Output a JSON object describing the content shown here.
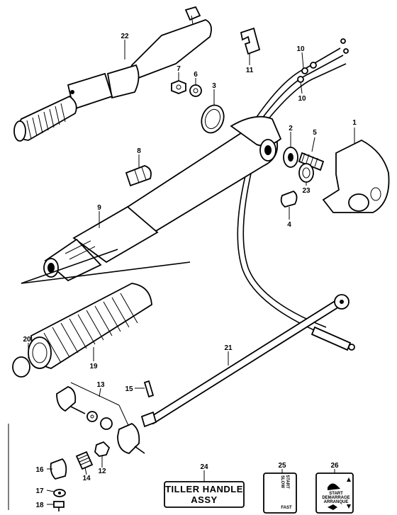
{
  "callouts": {
    "p1": "1",
    "p2": "2",
    "p3": "3",
    "p4": "4",
    "p5": "5",
    "p6": "6",
    "p7": "7",
    "p8": "8",
    "p9": "9",
    "p10a": "10",
    "p10b": "10",
    "p11": "11",
    "p12": "12",
    "p13": "13",
    "p14": "14",
    "p15": "15",
    "p16": "16",
    "p17": "17",
    "p18": "18",
    "p19": "19",
    "p20": "20",
    "p21": "21",
    "p22": "22",
    "p23": "23",
    "p24": "24",
    "p25": "25",
    "p26": "26"
  },
  "plate24": {
    "line1": "TILLER HANDLE",
    "line2": "ASSY"
  },
  "plate25": {
    "top1": "START",
    "top2": "SLOW",
    "bottom": "FAST"
  },
  "plate26": {
    "line1": "START",
    "line2": "DEMARRAGE",
    "line3": "ARRANQUE"
  }
}
